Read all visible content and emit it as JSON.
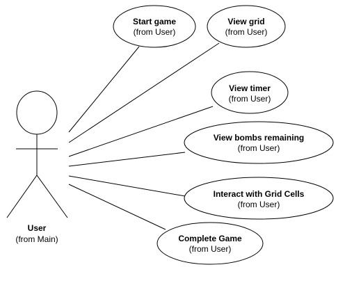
{
  "actor": {
    "name": "User",
    "origin": "(from Main)"
  },
  "use_cases": [
    {
      "name": "Start game",
      "origin": "(from User)"
    },
    {
      "name": "View grid",
      "origin": "(from User)"
    },
    {
      "name": "View timer",
      "origin": "(from User)"
    },
    {
      "name": "View bombs remaining",
      "origin": "(from User)"
    },
    {
      "name": "Interact with Grid Cells",
      "origin": "(from User)"
    },
    {
      "name": "Complete Game",
      "origin": "(from User)"
    }
  ],
  "colors": {
    "stroke": "#000000",
    "fill": "#ffffff",
    "text": "#000000"
  }
}
